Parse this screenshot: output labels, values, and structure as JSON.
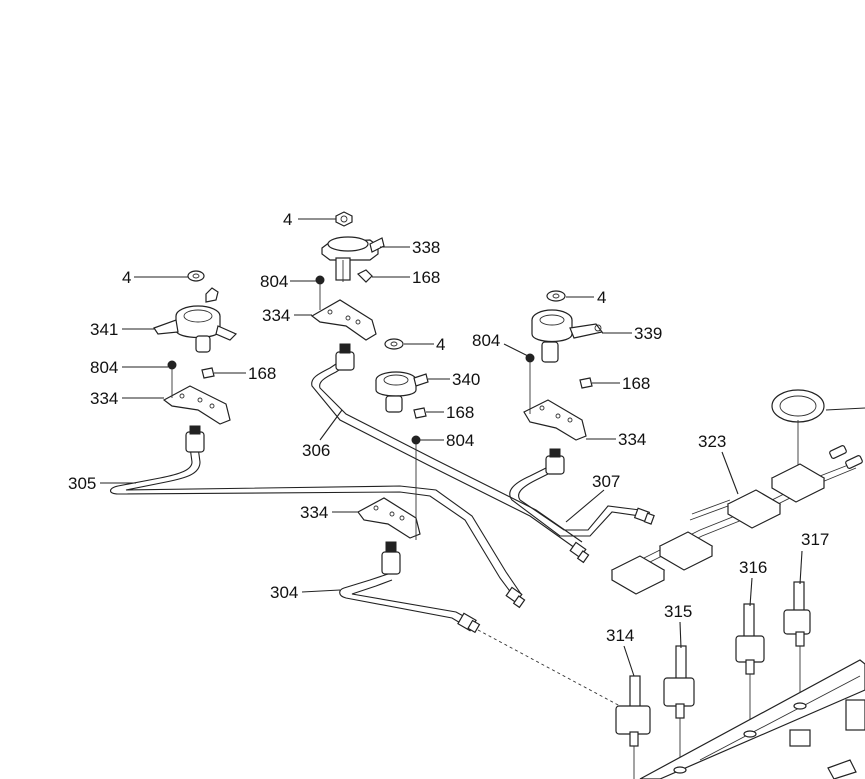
{
  "diagram": {
    "labels": {
      "l_4_a": "4",
      "l_338": "338",
      "l_804_a": "804",
      "l_168_a": "168",
      "l_334_a": "334",
      "l_4_b": "4",
      "l_341": "341",
      "l_804_b": "804",
      "l_168_b": "168",
      "l_334_b": "334",
      "l_4_c": "4",
      "l_340": "340",
      "l_168_c": "168",
      "l_804_c": "804",
      "l_4_d": "4",
      "l_339": "339",
      "l_804_d": "804",
      "l_168_d": "168",
      "l_334_c": "334",
      "l_306": "306",
      "l_305": "305",
      "l_334_d": "334",
      "l_307": "307",
      "l_323": "323",
      "l_304": "304",
      "l_317": "317",
      "l_316": "316",
      "l_315": "315",
      "l_314": "314"
    }
  }
}
